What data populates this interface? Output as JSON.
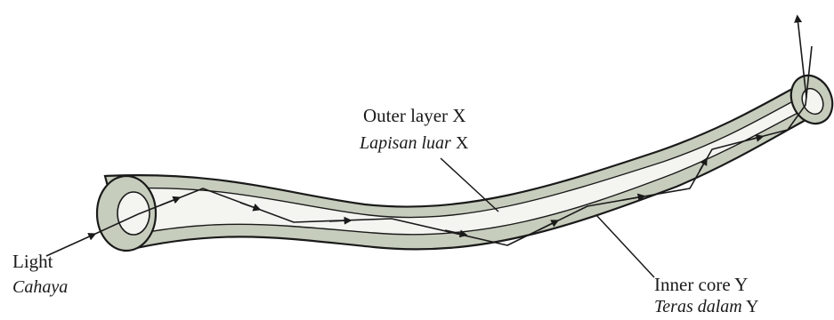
{
  "labels": {
    "light": {
      "en": "Light",
      "ms": "Cahaya"
    },
    "outer_layer": {
      "en": "Outer layer X",
      "ms_italic": "Lapisan luar",
      "ms_suffix": " X"
    },
    "inner_core": {
      "en": "Inner core Y",
      "ms_italic": "Teras dalam",
      "ms_suffix": " Y"
    }
  },
  "colors": {
    "cladding": "#c7cdbd",
    "core": "#f4f4f1",
    "outline": "#1a1a1a"
  }
}
